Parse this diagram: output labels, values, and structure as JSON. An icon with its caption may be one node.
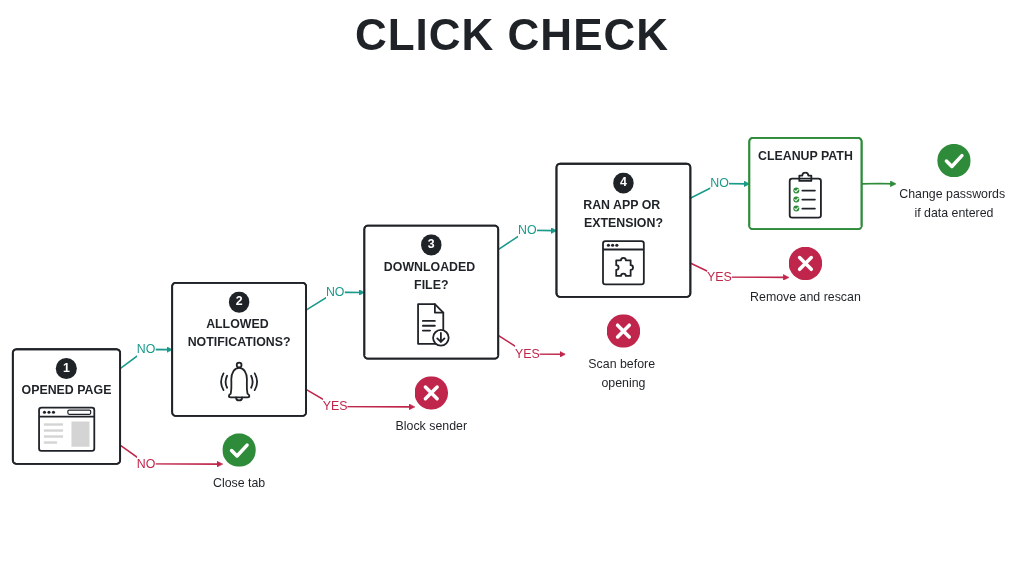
{
  "diagram": {
    "title": "CLICK CHECK",
    "nodes": [
      {
        "text": [
          "1",
          "OPENED PAGE"
        ]
      },
      {
        "text": [
          "2",
          "ALLOWED NOTIFICATIONS?"
        ]
      },
      {
        "text": [
          "3",
          "DOWNLOADED FILE?"
        ]
      },
      {
        "text": [
          "4",
          "RAN APP OR EXTENSION?"
        ]
      },
      {
        "text": [
          "CLEANUP PATH"
        ]
      },
      {
        "text": [
          "Close tab"
        ]
      },
      {
        "text": [
          "Block sender"
        ]
      },
      {
        "text": [
          "Scan before opening"
        ]
      },
      {
        "text": [
          "Remove and rescan"
        ]
      },
      {
        "text": [
          "Change passwords if data entered"
        ]
      }
    ],
    "edges": [
      {
        "from": 0,
        "to": 1,
        "arrow": "to",
        "label": "NO"
      },
      {
        "from": 1,
        "to": 2,
        "arrow": "to",
        "label": "NO"
      },
      {
        "from": 2,
        "to": 3,
        "arrow": "to",
        "label": "NO"
      },
      {
        "from": 3,
        "to": 4,
        "arrow": "to",
        "label": "NO"
      },
      {
        "from": 0,
        "to": 5,
        "arrow": "to",
        "label": "NO",
        "color": "#c0264b"
      },
      {
        "from": 1,
        "to": 6,
        "arrow": "to",
        "label": "YES",
        "color": "#c0264b"
      },
      {
        "from": 2,
        "to": 7,
        "arrow": "to",
        "label": "YES",
        "color": "#c0264b"
      },
      {
        "from": 3,
        "to": 8,
        "arrow": "to",
        "label": "YES",
        "color": "#c0264b"
      },
      {
        "from": 4,
        "to": 9,
        "arrow": "to",
        "color": "#2e8b3a"
      }
    ]
  }
}
